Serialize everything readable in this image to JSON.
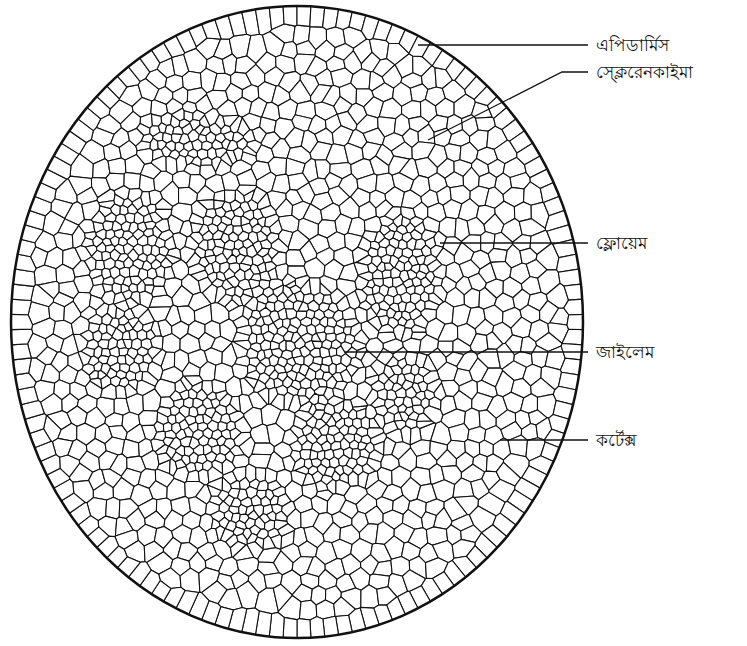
{
  "diagram": {
    "labels": [
      "এপিডার্মিস",
      "স্ক্লেরেনকাইমা",
      "ফ্লোয়েম",
      "জাইলেম",
      "কর্টেক্স"
    ]
  }
}
